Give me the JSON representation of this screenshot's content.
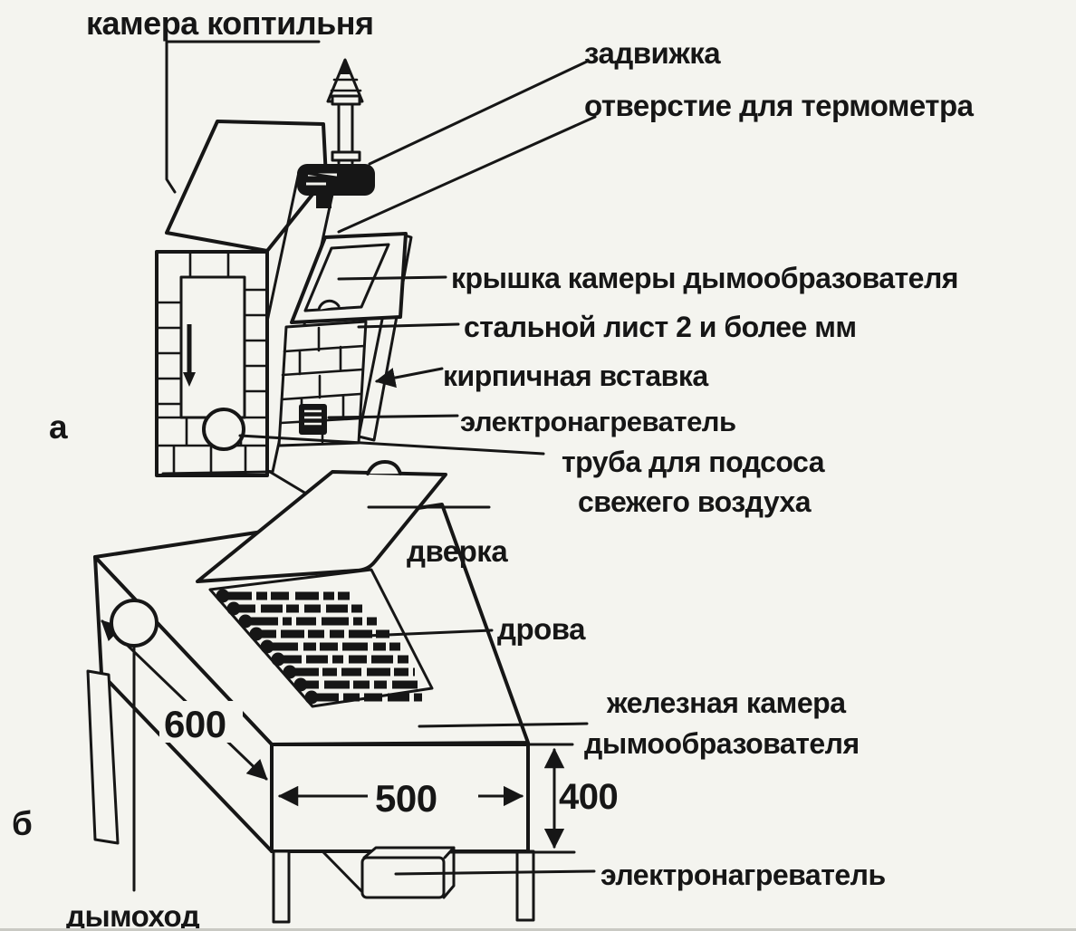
{
  "colors": {
    "ink": "#161616",
    "paper": "#f4f4ef"
  },
  "part_a": {
    "marker": "а",
    "labels": {
      "smoke_chamber": "камера коптильня",
      "damper": "задвижка",
      "thermometer_hole": "отверстие для термометра",
      "generator_lid": "крышка камеры дымообразователя",
      "steel_sheet": "стальной лист 2 и более мм",
      "brick_insert": "кирпичная вставка",
      "electric_heater": "электронагреватель",
      "air_intake_pipe_1": "труба для подсоса",
      "air_intake_pipe_2": "свежего воздуха"
    }
  },
  "part_b": {
    "marker": "б",
    "labels": {
      "door": "дверка",
      "firewood": "дрова",
      "iron_chamber_1": "железная камера",
      "iron_chamber_2": "дымообразователя",
      "electric_heater": "электронагреватель",
      "chimney": "дымоход"
    },
    "dimensions": {
      "depth_mm": "600",
      "width_mm": "500",
      "height_mm": "400"
    }
  }
}
